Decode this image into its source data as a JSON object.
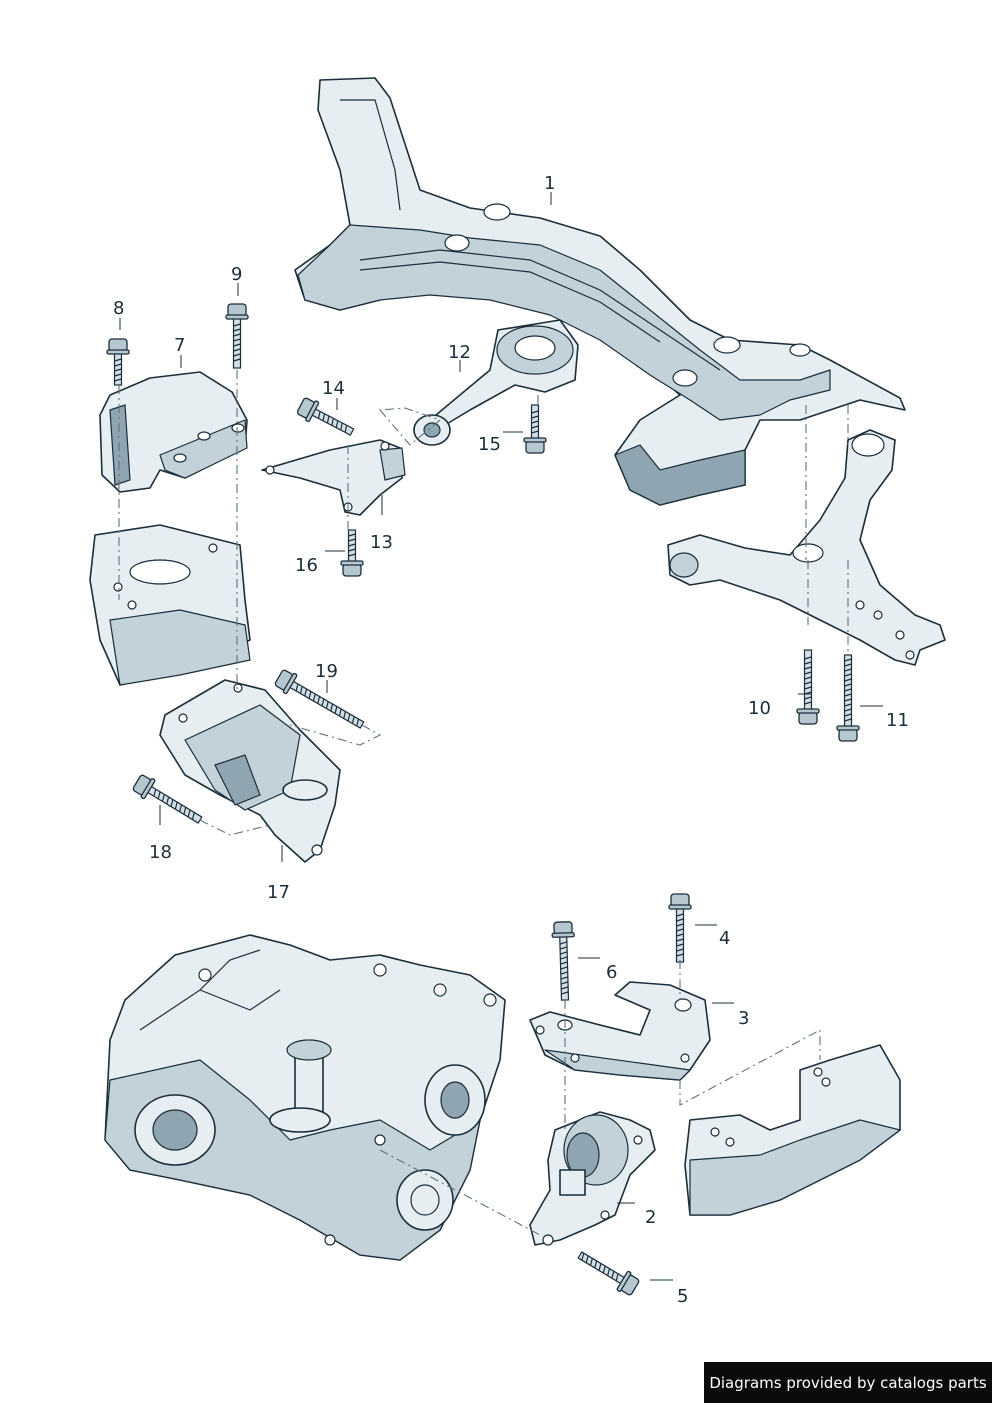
{
  "callouts": [
    {
      "id": "1",
      "label": "1"
    },
    {
      "id": "2",
      "label": "2"
    },
    {
      "id": "3",
      "label": "3"
    },
    {
      "id": "4",
      "label": "4"
    },
    {
      "id": "5",
      "label": "5"
    },
    {
      "id": "6",
      "label": "6"
    },
    {
      "id": "7",
      "label": "7"
    },
    {
      "id": "8",
      "label": "8"
    },
    {
      "id": "9",
      "label": "9"
    },
    {
      "id": "10",
      "label": "10"
    },
    {
      "id": "11",
      "label": "11"
    },
    {
      "id": "12",
      "label": "12"
    },
    {
      "id": "13",
      "label": "13"
    },
    {
      "id": "14",
      "label": "14"
    },
    {
      "id": "15",
      "label": "15"
    },
    {
      "id": "16",
      "label": "16"
    },
    {
      "id": "17",
      "label": "17"
    },
    {
      "id": "18",
      "label": "18"
    },
    {
      "id": "19",
      "label": "19"
    }
  ],
  "watermark": "Diagrams provided by catalogs parts",
  "colors": {
    "part_fill": "#e6eef2",
    "outline": "#1b2e3a",
    "watermark_bg": "#0b0b0b"
  }
}
